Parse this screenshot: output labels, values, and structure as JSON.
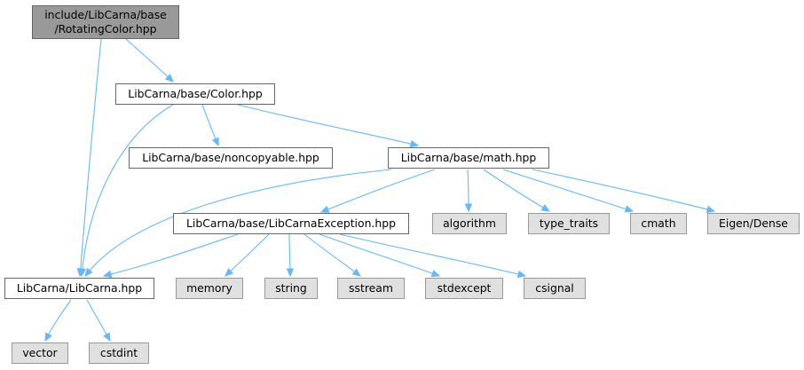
{
  "colors": {
    "edge": "#63b8ff",
    "root_fill": "#999999",
    "system_fill": "#e0e0e0",
    "node_fill": "#ffffff"
  },
  "nodes": {
    "root_line1": "include/LibCarna/base",
    "root_line2": "/RotatingColor.hpp",
    "color": "LibCarna/base/Color.hpp",
    "noncopyable": "LibCarna/base/noncopyable.hpp",
    "math": "LibCarna/base/math.hpp",
    "exception": "LibCarna/base/LibCarnaException.hpp",
    "algorithm": "algorithm",
    "type_traits": "type_traits",
    "cmath": "cmath",
    "eigen": "Eigen/Dense",
    "libcarna": "LibCarna/LibCarna.hpp",
    "memory": "memory",
    "string": "string",
    "sstream": "sstream",
    "stdexcept": "stdexcept",
    "csignal": "csignal",
    "vector": "vector",
    "cstdint": "cstdint"
  },
  "edges": [
    [
      "root",
      "color"
    ],
    [
      "root",
      "libcarna"
    ],
    [
      "color",
      "noncopyable"
    ],
    [
      "color",
      "math"
    ],
    [
      "color",
      "libcarna"
    ],
    [
      "math",
      "libcarna"
    ],
    [
      "math",
      "exception"
    ],
    [
      "math",
      "algorithm"
    ],
    [
      "math",
      "type_traits"
    ],
    [
      "math",
      "cmath"
    ],
    [
      "math",
      "eigen"
    ],
    [
      "exception",
      "libcarna"
    ],
    [
      "exception",
      "memory"
    ],
    [
      "exception",
      "string"
    ],
    [
      "exception",
      "sstream"
    ],
    [
      "exception",
      "stdexcept"
    ],
    [
      "exception",
      "csignal"
    ],
    [
      "libcarna",
      "vector"
    ],
    [
      "libcarna",
      "cstdint"
    ]
  ]
}
